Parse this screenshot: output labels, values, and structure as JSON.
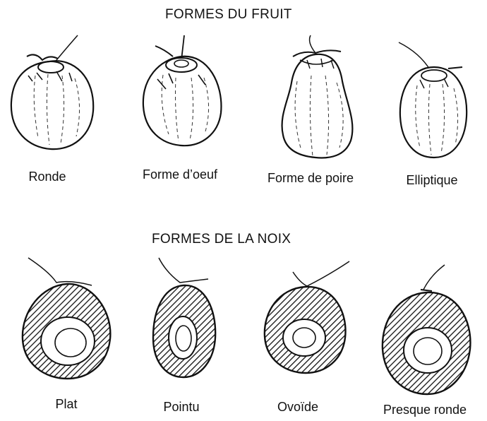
{
  "fruit_section": {
    "title": "FORMES DU FRUIT",
    "items": [
      {
        "label": "Ronde"
      },
      {
        "label": "Forme d’oeuf"
      },
      {
        "label": "Forme de poire"
      },
      {
        "label": "Elliptique"
      }
    ]
  },
  "nut_section": {
    "title": "FORMES DE LA NOIX",
    "items": [
      {
        "label": "Plat"
      },
      {
        "label": "Pointu"
      },
      {
        "label": "Ovoïde"
      },
      {
        "label": "Presque ronde"
      }
    ]
  }
}
